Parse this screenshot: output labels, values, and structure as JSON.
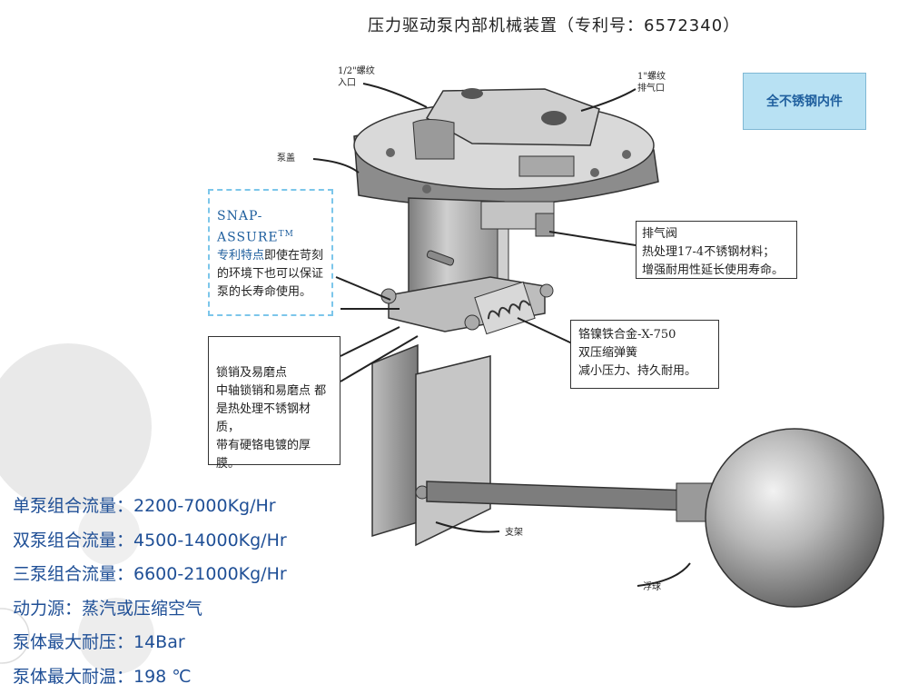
{
  "title": "压力驱动泵内部机械装置（专利号：6572340）",
  "labels": {
    "inlet": [
      "1/2\"螺纹",
      "入口"
    ],
    "exhaust": [
      "1\"螺纹",
      "排气口"
    ],
    "pump_cover": "泵盖",
    "bracket": "支架",
    "float": "浮球"
  },
  "stainless_box": "全不锈钢内件",
  "snap_assure": {
    "name": "SNAP-ASSURE",
    "mark": "TM",
    "lines": [
      "专利特点即使在苛刻",
      "的环境下也可以保证",
      "泵的长寿命使用。"
    ],
    "accent_text": "专利特点",
    "body_first": "即使在苛刻"
  },
  "exhaust_valve_box": [
    "排气阀",
    "热处理17-4不锈钢材料；",
    "增强耐用性延长使用寿命。"
  ],
  "spring_box": [
    "铬镍铁合金-X-750",
    "双压缩弹簧",
    "减小压力、持久耐用。"
  ],
  "pin_box": [
    "锁销及易磨点",
    "中轴锁销和易磨点 都",
    "是热处理不锈钢材质，",
    "带有硬铬电镀的厚膜。"
  ],
  "specs": [
    "单泵组合流量：2200-7000Kg/Hr",
    "双泵组合流量：4500-14000Kg/Hr",
    "三泵组合流量：6600-21000Kg/Hr",
    "动力源：蒸汽或压缩空气",
    "泵体最大耐压：14Bar",
    "泵体最大耐温：198 ℃"
  ],
  "colors": {
    "spec_text": "#1f4f96",
    "callout_blue": "#b8e1f3",
    "dashed_border": "#7cc6ea"
  }
}
